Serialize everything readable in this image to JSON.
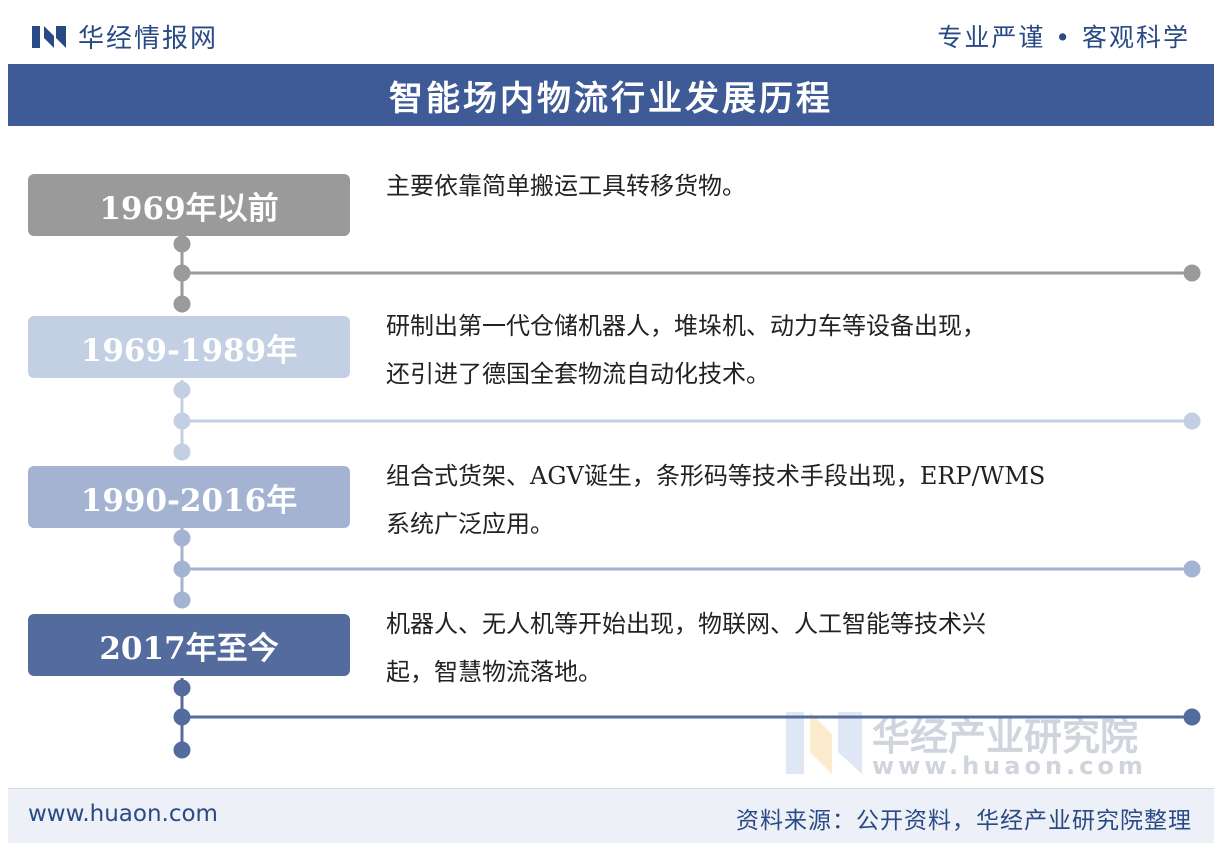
{
  "header": {
    "logo_text": "华经情报网",
    "slogan": "专业严谨 • 客观科学"
  },
  "title": "智能场内物流行业发展历程",
  "stages": [
    {
      "label": "1969年以前",
      "desc": [
        "主要依靠简单搬运工具转移货物。"
      ],
      "color": "#9a9a9a"
    },
    {
      "label": "1969-1989年",
      "desc": [
        "研制出第一代仓储机器人，堆垛机、动力车等设备出现，",
        "还引进了德国全套物流自动化技术。"
      ],
      "color": "#c3cfe2"
    },
    {
      "label": "1990-2016年",
      "desc": [
        "组合式货架、AGV诞生，条形码等技术手段出现，ERP/WMS",
        "系统广泛应用。"
      ],
      "color": "#a3b3d1"
    },
    {
      "label": "2017年至今",
      "desc": [
        "机器人、无人机等开始出现，物联网、人工智能等技术兴",
        "起，智慧物流落地。"
      ],
      "color": "#546b9d"
    }
  ],
  "watermark": {
    "name": "华经产业研究院",
    "url": "www.huaon.com"
  },
  "footer": {
    "url": "www.huaon.com",
    "source": "资料来源：公开资料，华经产业研究院整理"
  }
}
